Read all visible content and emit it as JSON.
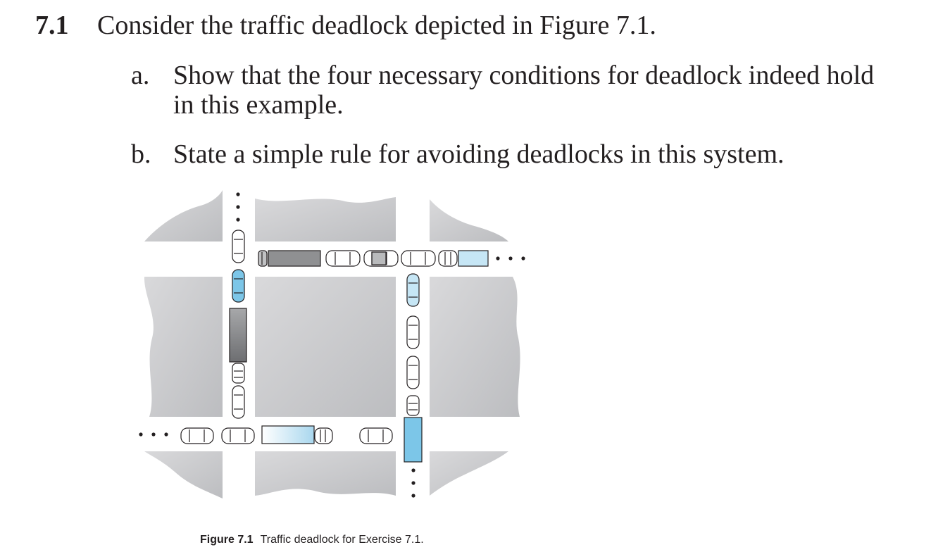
{
  "exercise": {
    "number": "7.1",
    "stem": "Consider the traffic deadlock depicted in Figure 7.1.",
    "parts": [
      {
        "label": "a.",
        "lines": [
          "Show that the four necessary conditions for deadlock indeed hold",
          "in this example."
        ]
      },
      {
        "label": "b.",
        "lines": [
          "State a simple rule for avoiding deadlocks in this system."
        ]
      }
    ]
  },
  "figure": {
    "caption_label": "Figure 7.1",
    "caption_text": "Traffic deadlock for Exercise 7.1.",
    "colors": {
      "block": "#c9cacc",
      "vehicle_blue": "#7cc6e8",
      "vehicle_lightblue": "#c6e6f5",
      "vehicle_gray": "#8f9092",
      "outline": "#231f20"
    }
  }
}
